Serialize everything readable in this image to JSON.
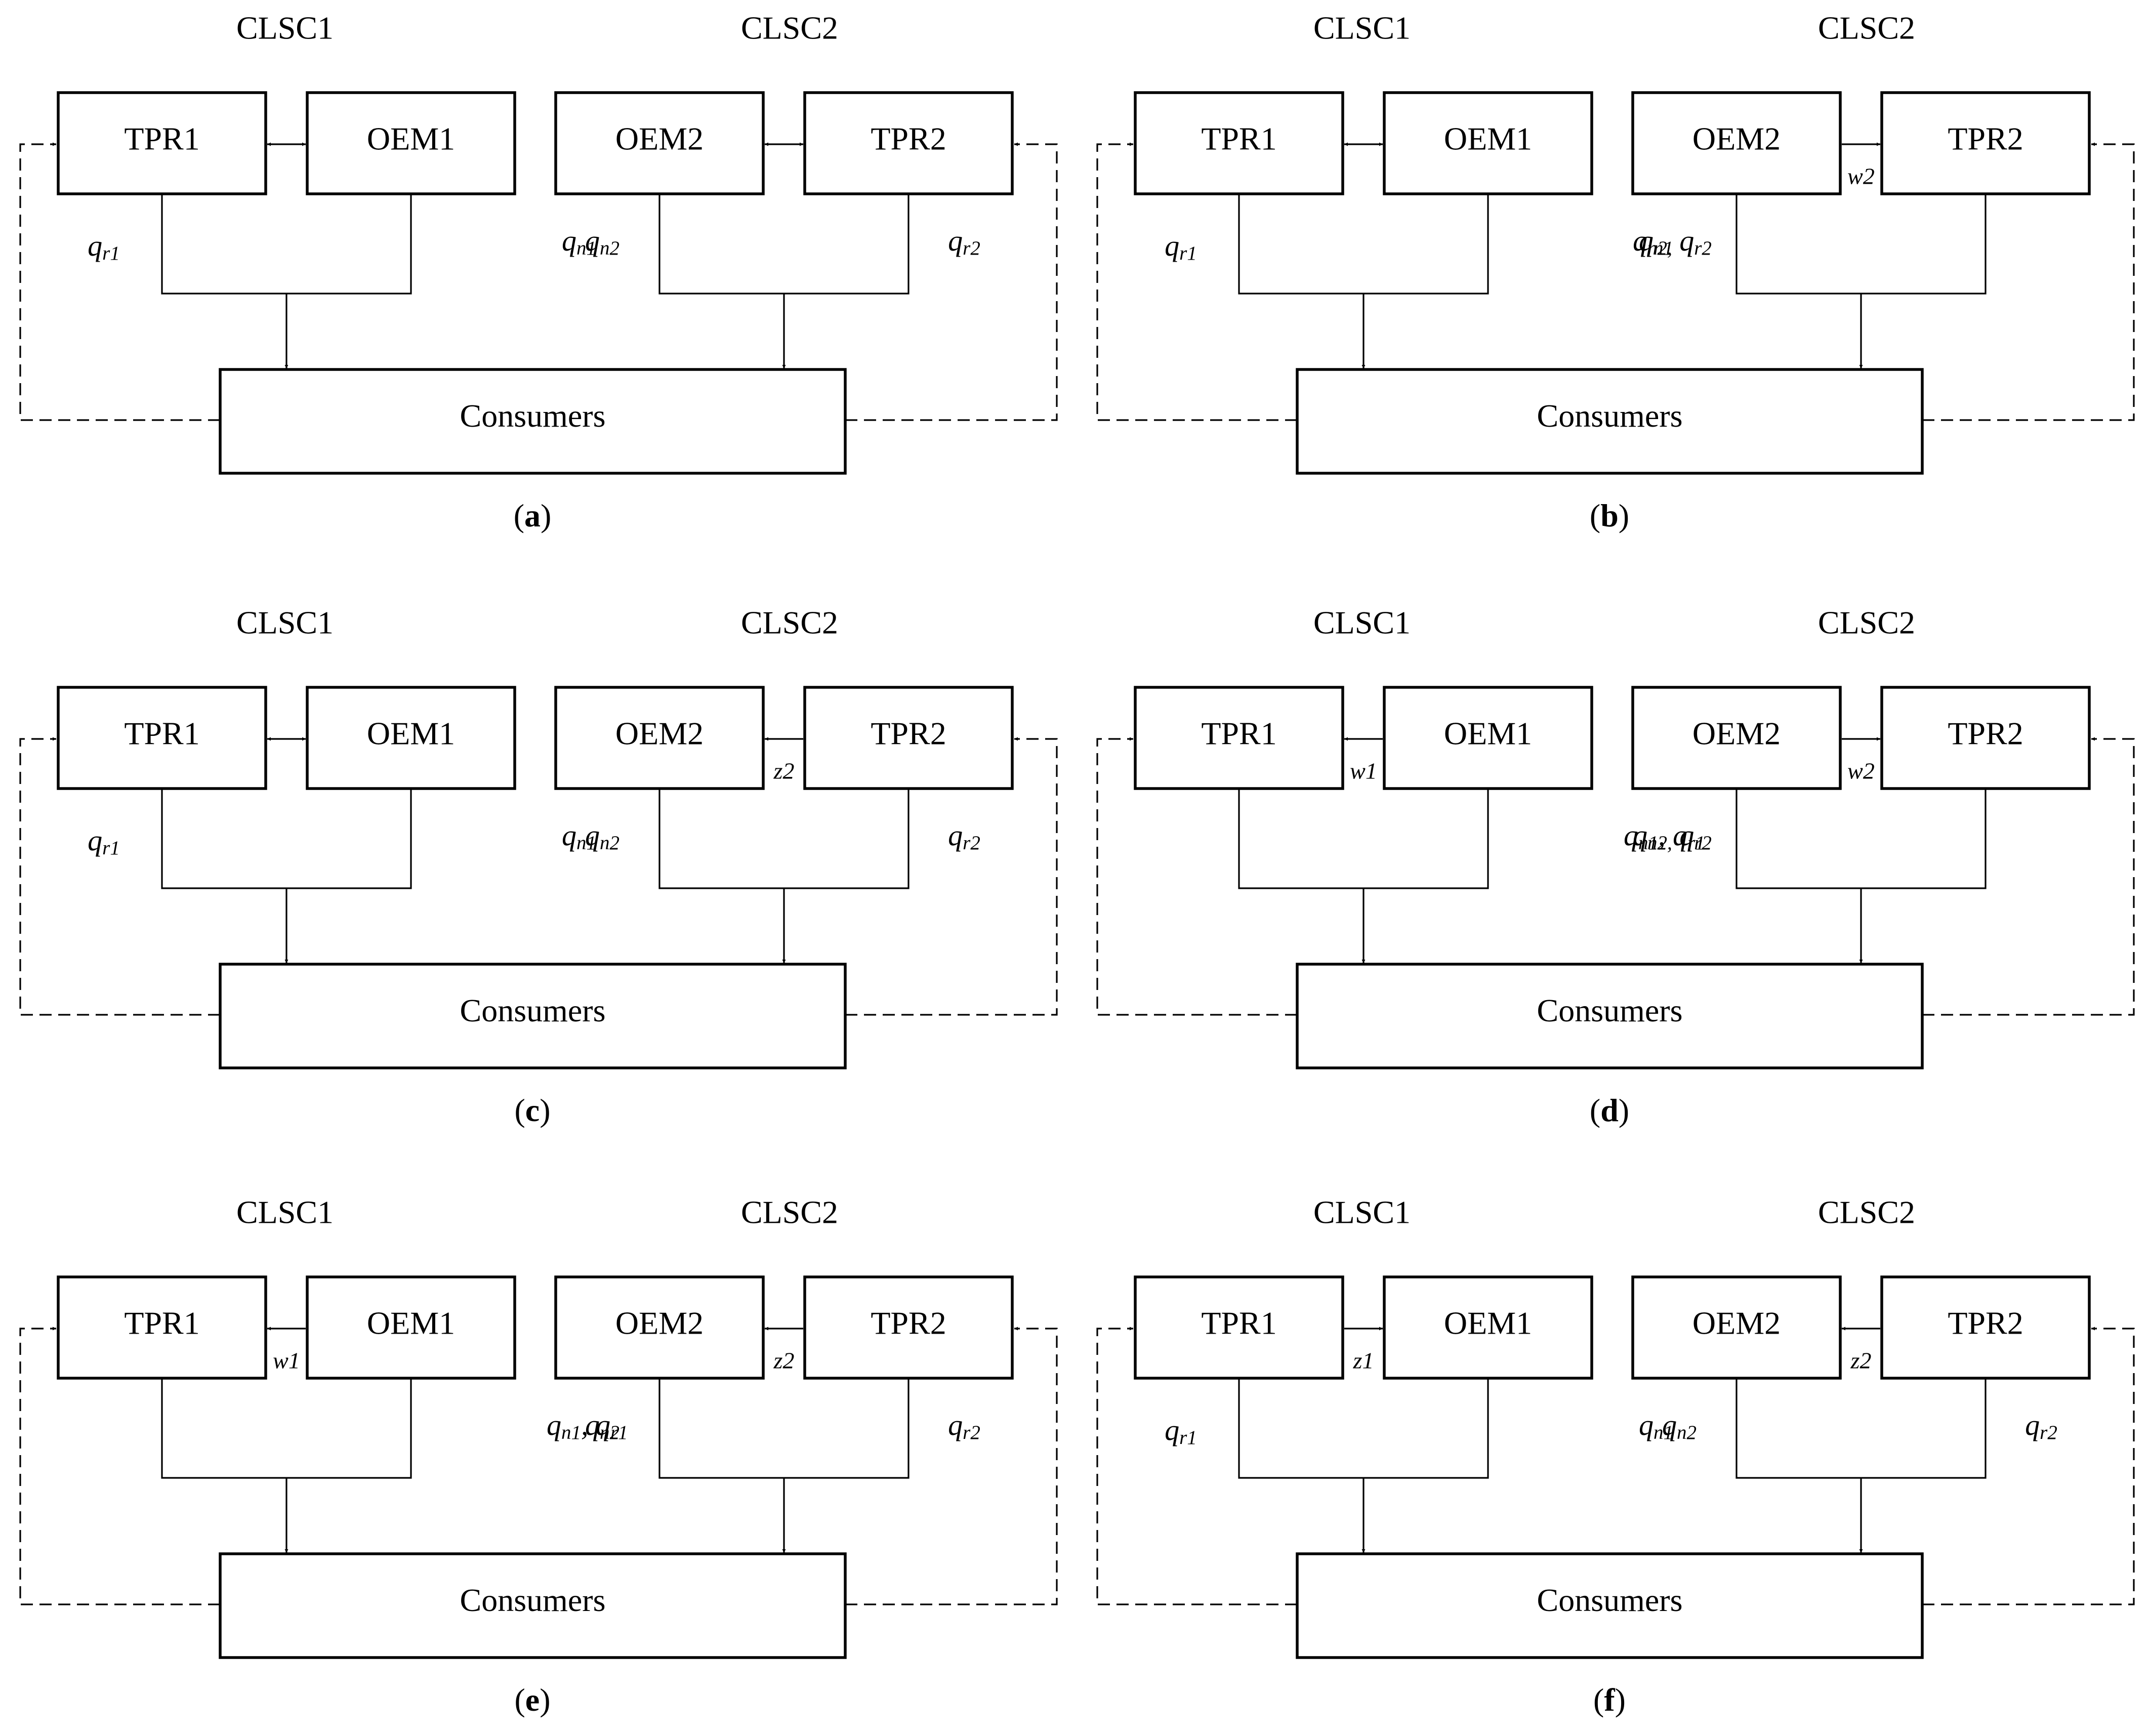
{
  "colors": {
    "line": "#000000",
    "background": "#ffffff"
  },
  "panels": [
    {
      "id": "a",
      "caption_letter": "a",
      "headers": {
        "left": "CLSC1",
        "right": "CLSC2"
      },
      "boxes": {
        "tpr1": "TPR1",
        "oem1": "OEM1",
        "oem2": "OEM2",
        "tpr2": "TPR2",
        "consumers": "Consumers"
      },
      "links": {
        "chain1": "bidirectional",
        "chain2": "bidirectional"
      },
      "link_labels": {
        "chain1": "",
        "chain2": ""
      },
      "flows": {
        "left_outer": {
          "base": "q",
          "sub": "r1"
        },
        "left_inner": {
          "base": "q",
          "sub": "n1"
        },
        "right_inner": {
          "base": "q",
          "sub": "n2"
        },
        "right_outer": {
          "base": "q",
          "sub": "r2"
        }
      }
    },
    {
      "id": "b",
      "caption_letter": "b",
      "headers": {
        "left": "CLSC1",
        "right": "CLSC2"
      },
      "boxes": {
        "tpr1": "TPR1",
        "oem1": "OEM1",
        "oem2": "OEM2",
        "tpr2": "TPR2",
        "consumers": "Consumers"
      },
      "links": {
        "chain1": "bidirectional",
        "chain2": "oem-to-tpr"
      },
      "link_labels": {
        "chain1": "",
        "chain2": "w2"
      },
      "flows": {
        "left_outer": {
          "base": "q",
          "sub": "r1"
        },
        "left_inner": {
          "base": "q",
          "sub": "n1"
        },
        "right_inner": {
          "base": "q",
          "sub": "n2,",
          "base2": "q",
          "sub2": "r2"
        },
        "right_outer": null
      }
    },
    {
      "id": "c",
      "caption_letter": "c",
      "headers": {
        "left": "CLSC1",
        "right": "CLSC2"
      },
      "boxes": {
        "tpr1": "TPR1",
        "oem1": "OEM1",
        "oem2": "OEM2",
        "tpr2": "TPR2",
        "consumers": "Consumers"
      },
      "links": {
        "chain1": "bidirectional",
        "chain2": "tpr-to-oem"
      },
      "link_labels": {
        "chain1": "",
        "chain2": "z2"
      },
      "flows": {
        "left_outer": {
          "base": "q",
          "sub": "r1"
        },
        "left_inner": {
          "base": "q",
          "sub": "n1"
        },
        "right_inner": {
          "base": "q",
          "sub": "n2"
        },
        "right_outer": {
          "base": "q",
          "sub": "r2"
        }
      }
    },
    {
      "id": "d",
      "caption_letter": "d",
      "headers": {
        "left": "CLSC1",
        "right": "CLSC2"
      },
      "boxes": {
        "tpr1": "TPR1",
        "oem1": "OEM1",
        "oem2": "OEM2",
        "tpr2": "TPR2",
        "consumers": "Consumers"
      },
      "links": {
        "chain1": "oem-to-tpr",
        "chain2": "oem-to-tpr"
      },
      "link_labels": {
        "chain1": "w1",
        "chain2": "w2"
      },
      "flows": {
        "left_outer": null,
        "left_inner": {
          "base": "q",
          "sub": "n1",
          "base2": "q",
          "sub2": "r1",
          "sep": ",  "
        },
        "right_inner": {
          "base": "q",
          "sub": "n2,",
          "base2": "q",
          "sub2": "r2"
        },
        "right_outer": null
      }
    },
    {
      "id": "e",
      "caption_letter": "e",
      "headers": {
        "left": "CLSC1",
        "right": "CLSC2"
      },
      "boxes": {
        "tpr1": "TPR1",
        "oem1": "OEM1",
        "oem2": "OEM2",
        "tpr2": "TPR2",
        "consumers": "Consumers"
      },
      "links": {
        "chain1": "oem-to-tpr",
        "chain2": "tpr-to-oem"
      },
      "link_labels": {
        "chain1": "w1",
        "chain2": "z2"
      },
      "flows": {
        "left_outer": null,
        "left_inner": {
          "base": "q",
          "sub": "n1",
          "base2": "q",
          "sub2": "r1",
          "sep": ",  "
        },
        "right_inner": {
          "base": "q",
          "sub": "n2"
        },
        "right_outer": {
          "base": "q",
          "sub": "r2"
        }
      }
    },
    {
      "id": "f",
      "caption_letter": "f",
      "headers": {
        "left": "CLSC1",
        "right": "CLSC2"
      },
      "boxes": {
        "tpr1": "TPR1",
        "oem1": "OEM1",
        "oem2": "OEM2",
        "tpr2": "TPR2",
        "consumers": "Consumers"
      },
      "links": {
        "chain1": "tpr-to-oem",
        "chain2": "tpr-to-oem"
      },
      "link_labels": {
        "chain1": "z1",
        "chain2": "z2"
      },
      "flows": {
        "left_outer": {
          "base": "q",
          "sub": "r1"
        },
        "left_inner": {
          "base": "q",
          "sub": "n1"
        },
        "right_inner": {
          "base": "q",
          "sub": "n2"
        },
        "right_outer": {
          "base": "q",
          "sub": "r2"
        }
      }
    }
  ]
}
